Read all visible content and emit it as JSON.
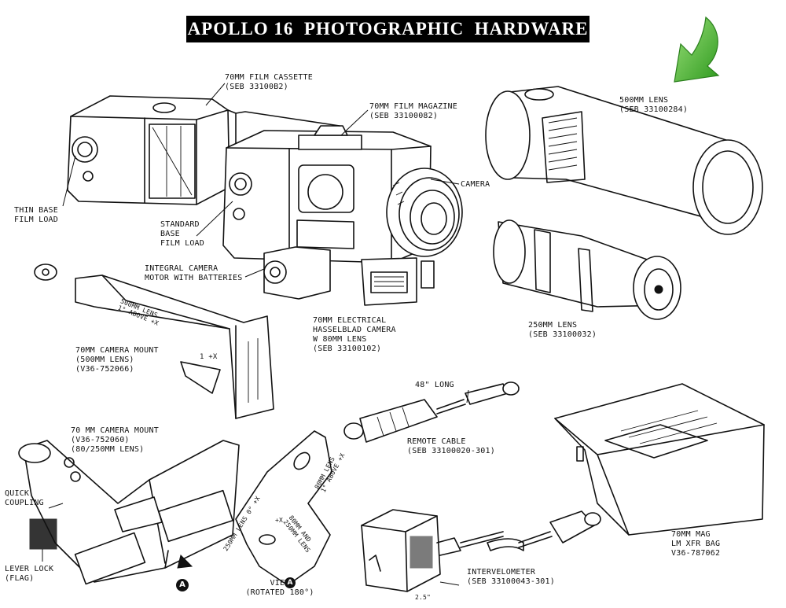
{
  "title": "APOLLO 16  PHOTOGRAPHIC  HARDWARE",
  "labels": {
    "film_cassette": [
      "70MM FILM CASSETTE",
      "(SEB 33100B2)"
    ],
    "film_magazine": [
      "70MM FILM MAGAZINE",
      "(SEB 33100082)"
    ],
    "lens_500": [
      "500MM LENS",
      "(SEB 33100284)"
    ],
    "camera": [
      "CAMERA"
    ],
    "thin_base": [
      "THIN BASE",
      "FILM LOAD"
    ],
    "standard_base": [
      "STANDARD",
      "BASE",
      "FILM LOAD"
    ],
    "motor": [
      "INTEGRAL CAMERA",
      "MOTOR WITH BATTERIES"
    ],
    "electrical_camera": [
      "70MM ELECTRICAL",
      "HASSELBLAD CAMERA",
      "W 80MM LENS",
      "(SEB 33100102)"
    ],
    "lens_250": [
      "250MM LENS",
      "(SEB 33100032)"
    ],
    "mount_500": [
      "70MM CAMERA MOUNT",
      "(500MM LENS)",
      "(V36-752066)"
    ],
    "mount_80_250": [
      "70 MM CAMERA MOUNT",
      "(V36-752060)",
      "(80/250MM LENS)"
    ],
    "remote_length": [
      "48\" LONG"
    ],
    "remote_cable": [
      "REMOTE CABLE",
      "(SEB 33100020-301)"
    ],
    "quick_coupling": [
      "QUICK",
      "COUPLING"
    ],
    "lever_lock": [
      "LEVER LOCK",
      "(FLAG)"
    ],
    "view": [
      "VIEW",
      "(ROTATED 180°)"
    ],
    "view_marker": "A",
    "arrow_marker": "A",
    "intervelometer": [
      "INTERVELOMETER",
      "(SEB 33100043-301)"
    ],
    "mag_bag": [
      "70MM MAG",
      "LM XFR BAG",
      "V36-787062"
    ],
    "plate_500": [
      "500MM LENS",
      "1° ABOVE +X"
    ],
    "plate_80mm": [
      "80MM LENS",
      "1° ABOVE +X"
    ],
    "plate_250": [
      "250MM LENS 0° +X"
    ],
    "plate_80_250": [
      "80MM AND",
      "250MM LENS"
    ],
    "plate_plusx": "+X",
    "mount_plusx": "1 +X",
    "dimension": "2.5\""
  },
  "colors": {
    "title_bg": "#000000",
    "title_fg": "#ffffff",
    "arrow": "#3aaa2a",
    "ink": "#111111"
  }
}
